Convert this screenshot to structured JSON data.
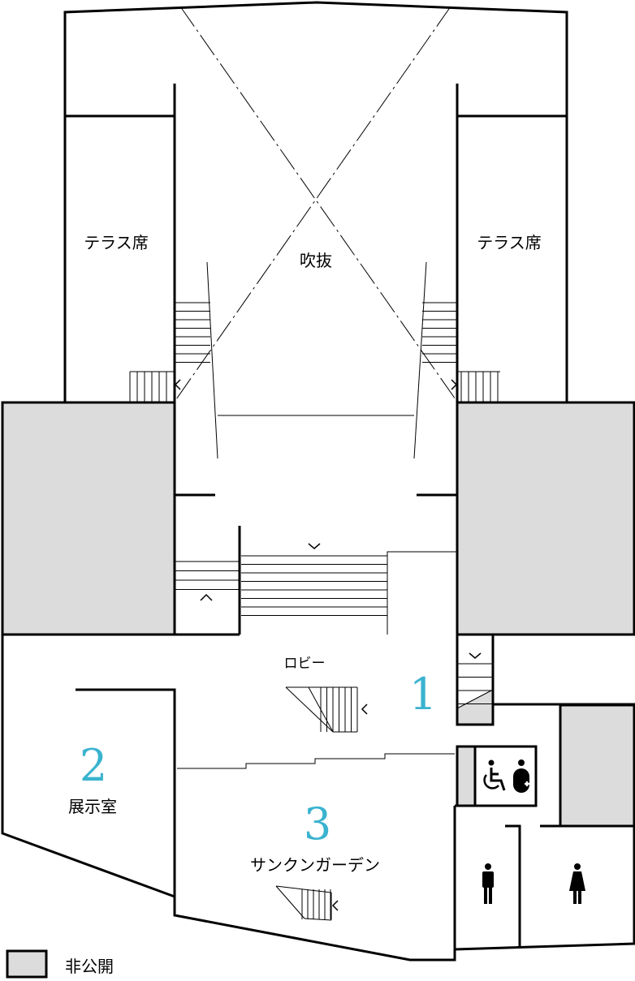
{
  "rooms": {
    "terrace_left": "テラス席",
    "terrace_right": "テラス席",
    "atrium": "吹抜",
    "lobby": "ロビー",
    "exhibition": "展示室",
    "sunken_garden": "サンクンガーデン"
  },
  "markers": {
    "lobby": "1",
    "exhibition": "2",
    "sunken_garden": "3"
  },
  "legend": {
    "closed_label": "非公開",
    "closed_color": "#dcdcdc"
  },
  "colors": {
    "marker": "#3ab3cf"
  },
  "icons": [
    "wheelchair-icon",
    "ostomate-icon",
    "men-toilet-icon",
    "women-toilet-icon"
  ]
}
